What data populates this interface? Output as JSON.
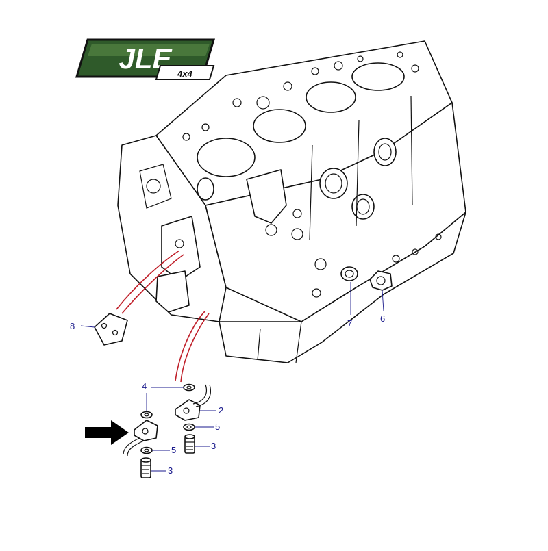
{
  "logo": {
    "brand": "JLE",
    "sub": "4x4",
    "colors": {
      "bg": "#2f5a2a",
      "bg_light": "#5c8a48",
      "text": "#ffffff",
      "frame": "#111111"
    }
  },
  "callouts": {
    "c2": "2",
    "c3a": "3",
    "c3b": "3",
    "c4": "4",
    "c5a": "5",
    "c5b": "5",
    "c6": "6",
    "c7": "7",
    "c8": "8"
  },
  "colors": {
    "callout": "#1a1a8c",
    "leader": "#c0202a",
    "arrow": "#000000"
  }
}
